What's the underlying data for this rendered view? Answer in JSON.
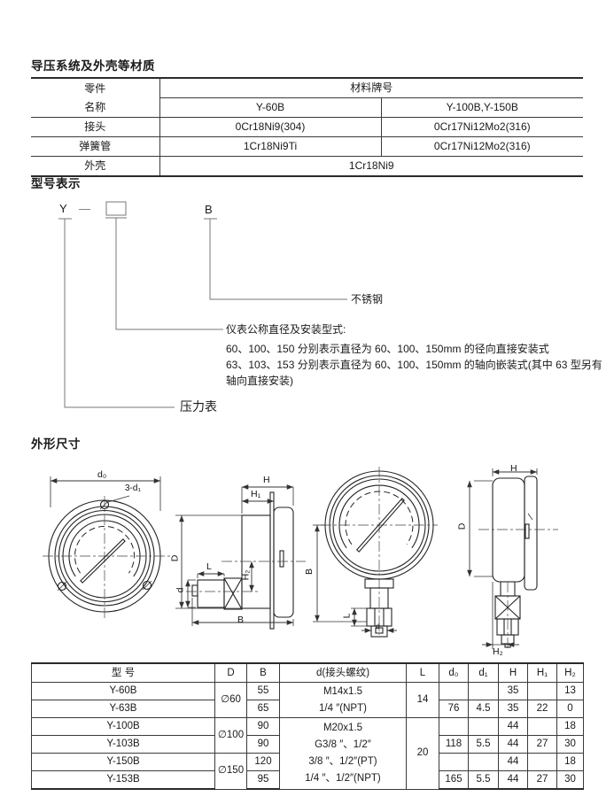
{
  "materials_section": {
    "title": "导压系统及外壳等材质",
    "table": {
      "part_header": "零件",
      "part_header2": "名称",
      "material_header": "材料牌号",
      "col_y60": "Y-60B",
      "col_y100": "Y-100B,Y-150B",
      "rows": [
        {
          "part": "接头",
          "y60": "0Cr18Ni9(304)",
          "y100": "0Cr17Ni12Mo2(316)"
        },
        {
          "part": "弹簧管",
          "y60": "1Cr18Ni9Ti",
          "y100": "0Cr17Ni12Mo2(316)"
        },
        {
          "part": "外壳",
          "all": "1Cr18Ni9"
        }
      ]
    }
  },
  "model_section": {
    "title": "型号表示",
    "prefix": "Y",
    "dash": "—",
    "suffix": "B",
    "callouts": {
      "material": "不锈钢",
      "diameter_title": "仪表公称直径及安装型式:",
      "diameter_line1": "60、100、150 分别表示直径为 60、100、150mm 的径向直接安装式",
      "diameter_line2": "63、103、153 分别表示直径为 60、100、150mm 的轴向嵌装式(其中 63 型另有",
      "diameter_line3": "轴向直接安装)",
      "product": "压力表"
    }
  },
  "drawings": {
    "title": "外形尺寸",
    "front_flush": {
      "d0_label": "d₀",
      "holes_label": "3-d₁"
    },
    "side_flush": {
      "h_label": "H",
      "h1_label": "H₁",
      "d_diameter_label": "D",
      "l_label": "L",
      "d_thread_label": "d",
      "h2_label": "H₂",
      "b_label": "B"
    },
    "front_radial": {
      "b_label": "B",
      "l_label": "L",
      "d_label": "d"
    },
    "side_radial": {
      "h_label": "H",
      "d_label": "D",
      "h2_label": "H₂"
    }
  },
  "dimension_table": {
    "headers": [
      "型 号",
      "D",
      "B",
      "d(接头螺纹)",
      "L",
      "d₀",
      "d₁",
      "H",
      "H₁",
      "H₂"
    ],
    "merged": {
      "D": [
        "∅60",
        "∅100",
        "∅150"
      ],
      "thread_60": [
        "M14x1.5",
        "1/4 ″(NPT)"
      ],
      "thread_100_150": [
        "M20x1.5",
        "G3/8 ″、1/2″",
        "3/8 ″、1/2″(PT)",
        "1/4 ″、1/2″(NPT)"
      ],
      "L": [
        "14",
        "20"
      ]
    },
    "rows": [
      {
        "model": "Y-60B",
        "B": "55",
        "d0": "",
        "d1": "",
        "H": "35",
        "H1": "",
        "H2": "13"
      },
      {
        "model": "Y-63B",
        "B": "65",
        "d0": "76",
        "d1": "4.5",
        "H": "35",
        "H1": "22",
        "H2": "0"
      },
      {
        "model": "Y-100B",
        "B": "90",
        "d0": "",
        "d1": "",
        "H": "44",
        "H1": "",
        "H2": "18"
      },
      {
        "model": "Y-103B",
        "B": "90",
        "d0": "118",
        "d1": "5.5",
        "H": "44",
        "H1": "27",
        "H2": "30"
      },
      {
        "model": "Y-150B",
        "B": "120",
        "d0": "",
        "d1": "",
        "H": "44",
        "H1": "",
        "H2": "18"
      },
      {
        "model": "Y-153B",
        "B": "95",
        "d0": "165",
        "d1": "5.5",
        "H": "44",
        "H1": "27",
        "H2": "30"
      }
    ]
  }
}
